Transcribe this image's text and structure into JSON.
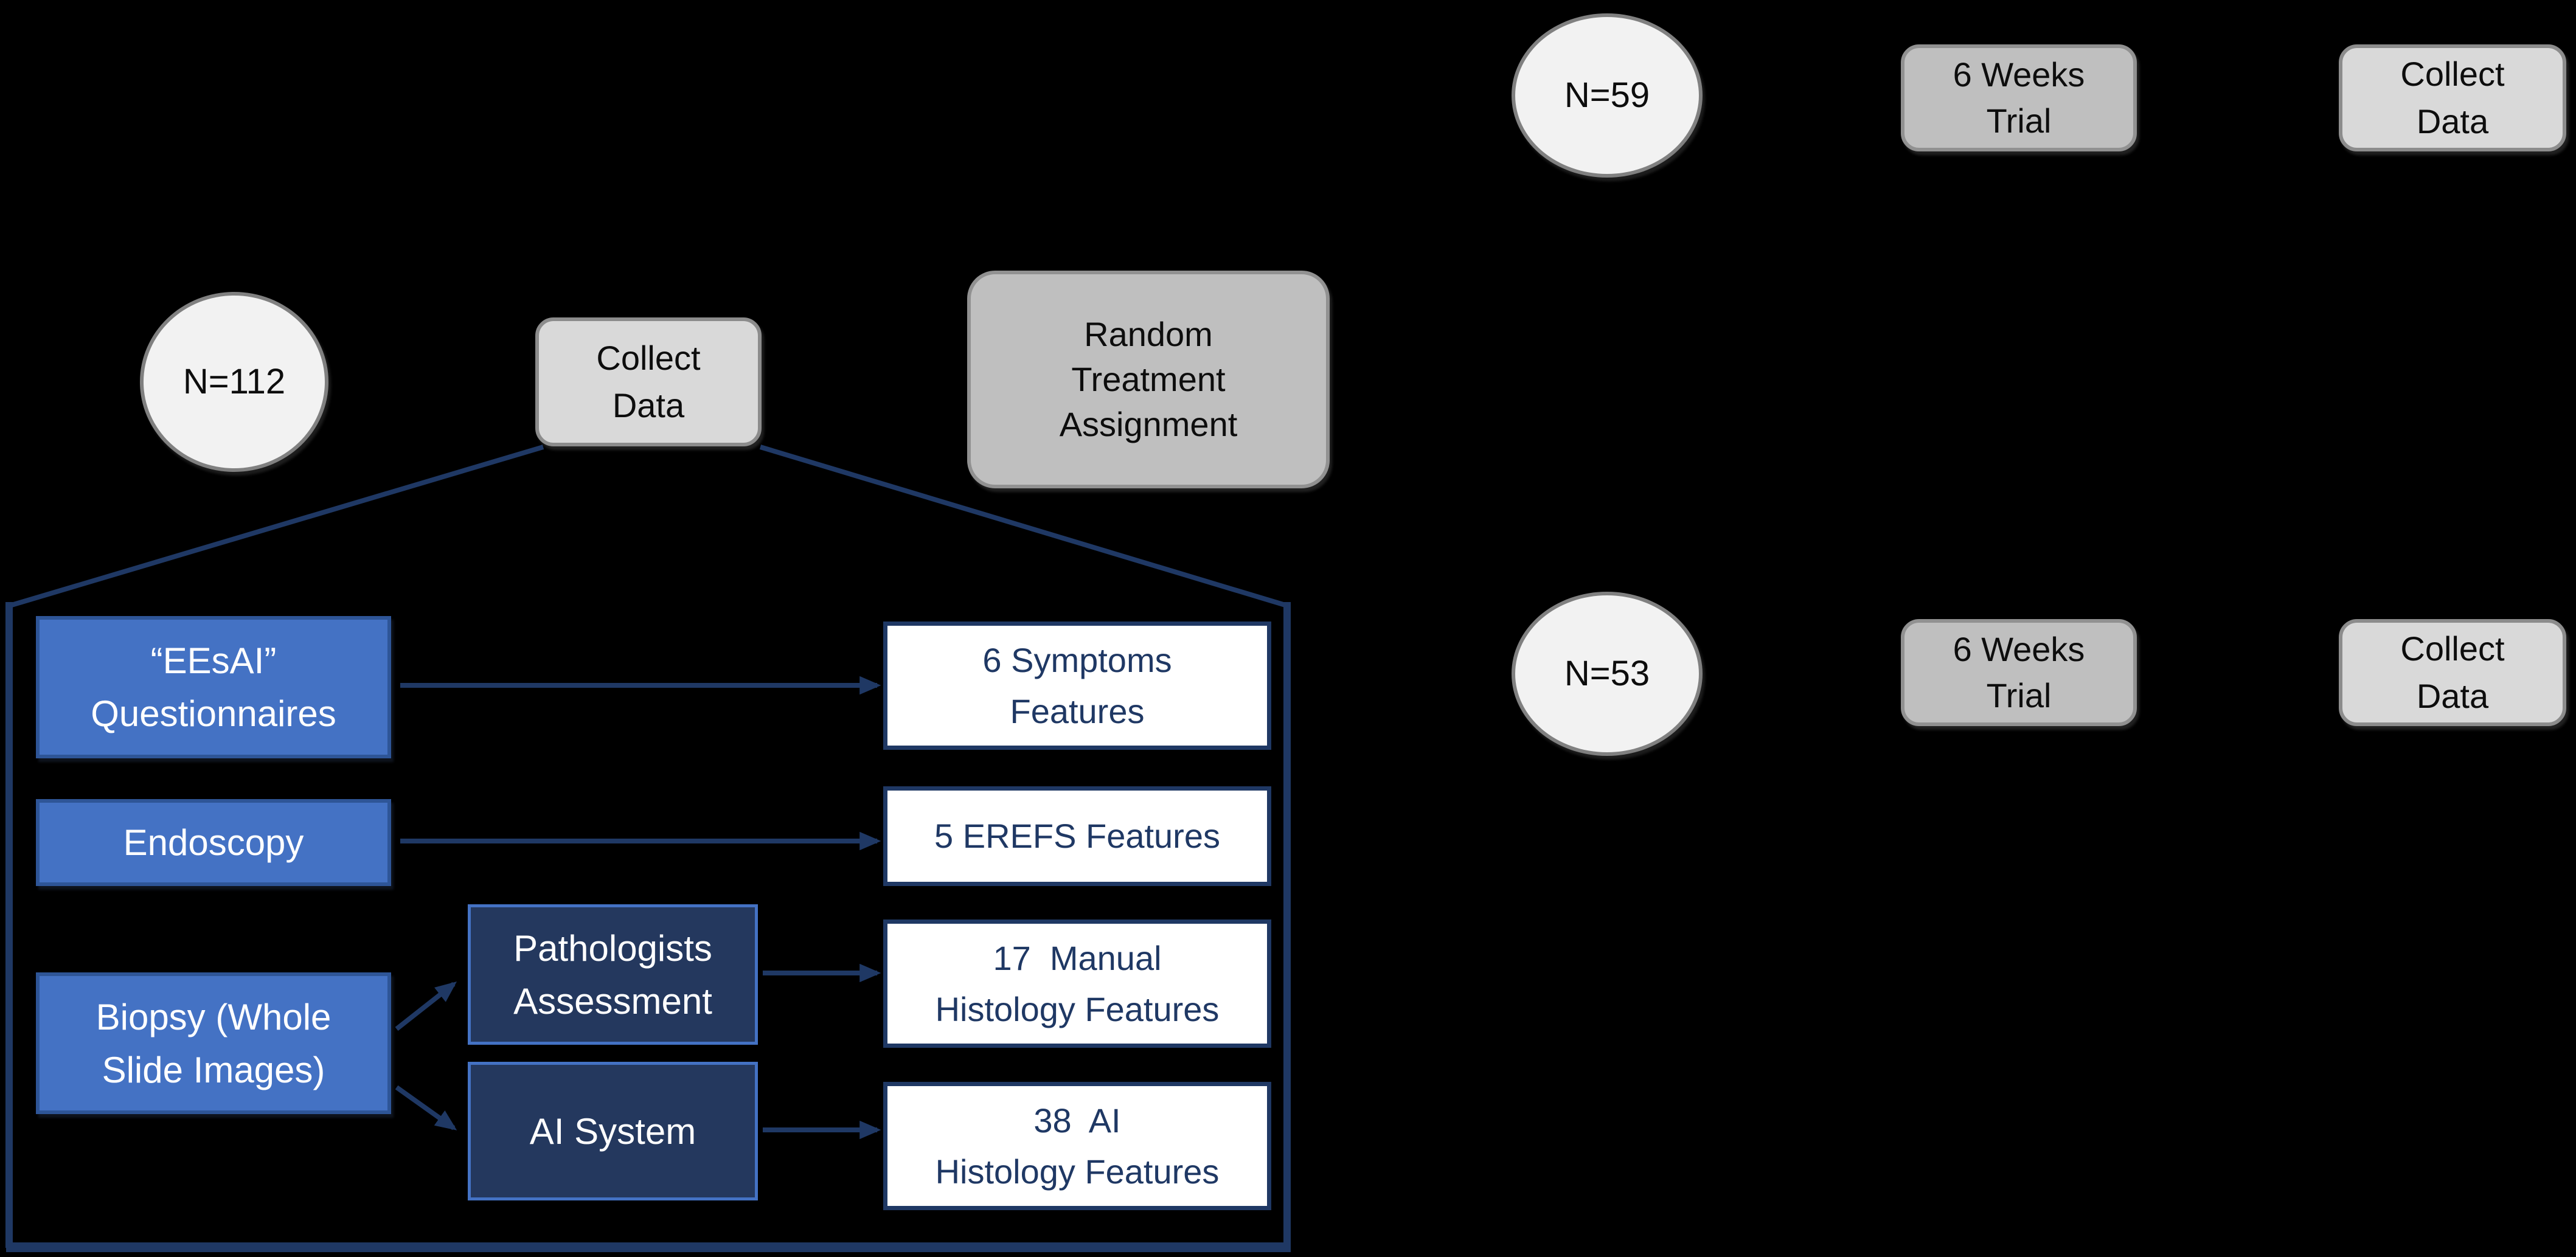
{
  "colors": {
    "background": "#000000",
    "circle_fill": "#F2F2F2",
    "circle_border": "#808080",
    "gray_fill": "#BFBFBF",
    "gray_border": "#919191",
    "lightgray_fill": "#D9D9D9",
    "lightgray_border": "#8C8C8C",
    "blue_fill": "#4472C4",
    "blue_border": "#2E5597",
    "navy_fill": "#24385E",
    "navy_border": "#4472C4",
    "white_fill": "#FFFFFF",
    "line": "#1F3864",
    "navy_text": "#1F3864",
    "dark_text": "#0D0D0D",
    "white_text": "#FFFFFF"
  },
  "nodes": {
    "n112": "N=112",
    "collect_data_mid": "Collect\nData",
    "random_assignment": "Random\nTreatment\nAssignment",
    "n59": "N=59",
    "trial_top": "6 Weeks\nTrial",
    "collect_data_top": "Collect\nData",
    "n53": "N=53",
    "trial_bottom": "6 Weeks\nTrial",
    "collect_data_bottom": "Collect\nData",
    "eesai": "“EEsAI”\nQuestionnaires",
    "endoscopy": "Endoscopy",
    "biopsy": "Biopsy (Whole\nSlide Images)",
    "pathologists": "Pathologists\nAssessment",
    "ai_system": "AI System",
    "symptoms_features": "6 Symptoms\nFeatures",
    "erefs_features": "5 EREFS Features",
    "manual_histology_features": "17  Manual\nHistology Features",
    "ai_histology_features": "38  AI\nHistology Features"
  }
}
